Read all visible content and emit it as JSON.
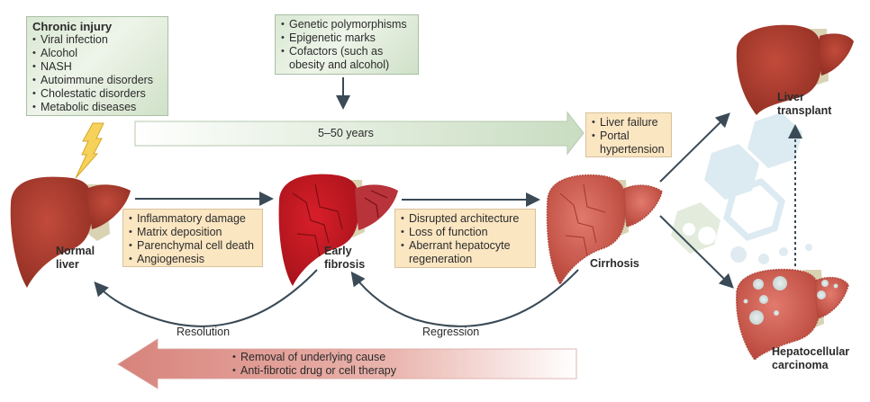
{
  "diagram": {
    "type": "liver disease progression flow",
    "boxes": {
      "chronic_injury": {
        "title": "Chronic injury",
        "items": [
          "Viral infection",
          "Alcohol",
          "NASH",
          "Autoimmune disorders",
          "Cholestatic disorders",
          "Metabolic diseases"
        ]
      },
      "modifiers": {
        "items": [
          "Genetic polymorphisms",
          "Epigenetic marks",
          "Cofactors (such as obesity and alcohol)"
        ]
      },
      "cirrhosis_outcomes": {
        "items": [
          "Liver failure",
          "Portal hypertension"
        ]
      },
      "fibrosis_mechanisms": {
        "items": [
          "Inflammatory damage",
          "Matrix deposition",
          "Parenchymal cell death",
          "Angiogenesis"
        ]
      },
      "cirrhosis_mechanisms": {
        "items": [
          "Disrupted architecture",
          "Loss of function",
          "Aberrant hepatocyte regeneration"
        ]
      },
      "therapy": {
        "items": [
          "Removal of underlying cause",
          "Anti-fibrotic drug or cell therapy"
        ]
      }
    },
    "timeline_label": "5–50 years",
    "stages": {
      "normal": "Normal liver",
      "early_fibrosis": "Early fibrosis",
      "cirrhosis": "Cirrhosis",
      "transplant": "Liver transplant",
      "hcc": "Hepatocellular carcinoma"
    },
    "curved_labels": {
      "resolution": "Resolution",
      "regression": "Regression"
    },
    "colors": {
      "normal_liver": "#a83a2c",
      "fibrotic_liver": "#c4161f",
      "cirrhotic_liver": "#c9554a",
      "ligament": "#d9d3b3",
      "arrow": "#3a4a56",
      "green_box": "#dbe8d5",
      "tan_box": "#fbe6c2",
      "therapy_arrow": "#d98a82",
      "hexagon": "#d7e7ef"
    }
  }
}
